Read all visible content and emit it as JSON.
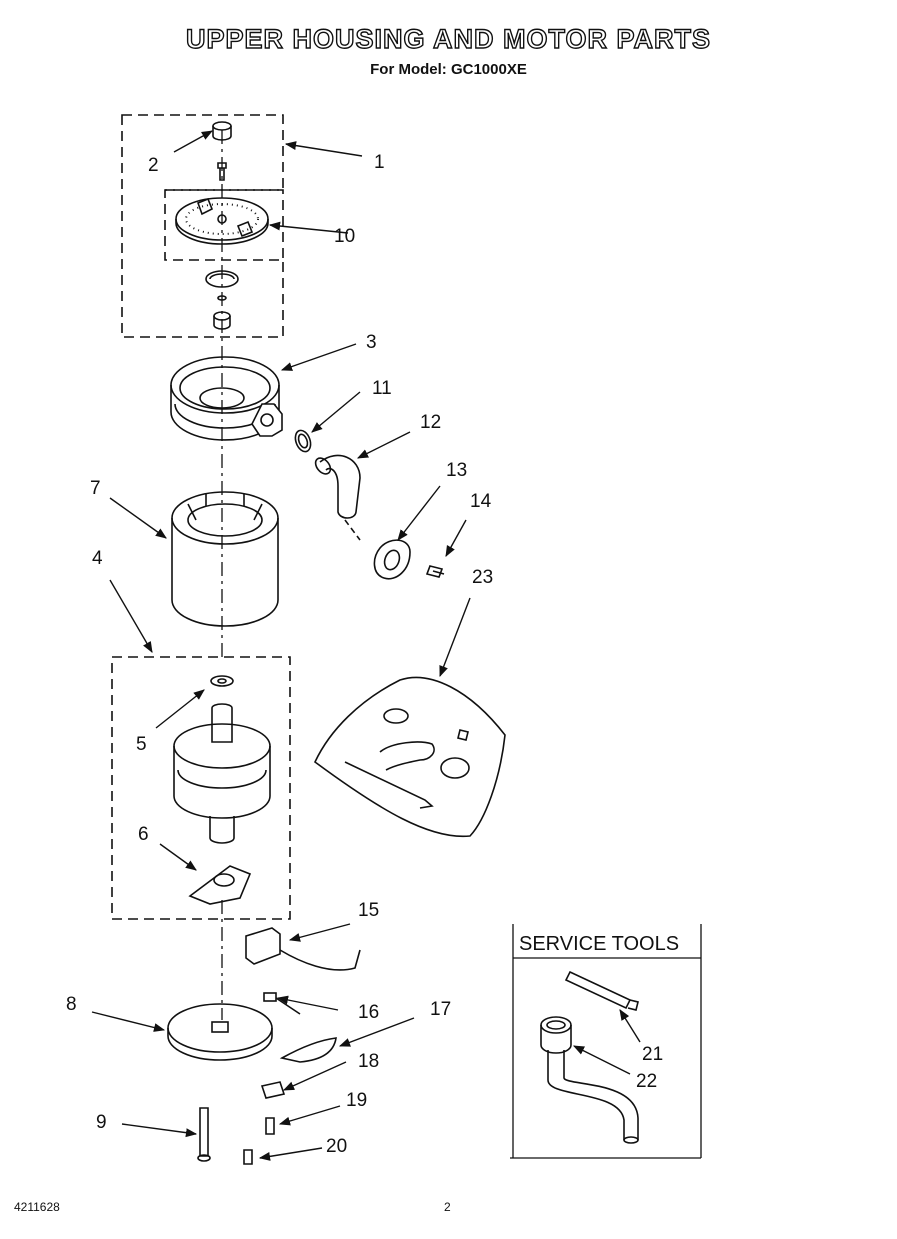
{
  "header": {
    "title": "UPPER HOUSING AND MOTOR PARTS",
    "subtitle": "For Model: GC1000XE"
  },
  "callouts": {
    "c1": "1",
    "c2": "2",
    "c3": "3",
    "c4": "4",
    "c5": "5",
    "c6": "6",
    "c7": "7",
    "c8": "8",
    "c9": "9",
    "c10": "10",
    "c11": "11",
    "c12": "12",
    "c13": "13",
    "c14": "14",
    "c15": "15",
    "c16": "16",
    "c17": "17",
    "c18": "18",
    "c19": "19",
    "c20": "20",
    "c21": "21",
    "c22": "22",
    "c23": "23"
  },
  "service_tools": {
    "title": "SERVICE TOOLS"
  },
  "footer": {
    "doc_number": "4211628",
    "page_number": "2"
  }
}
